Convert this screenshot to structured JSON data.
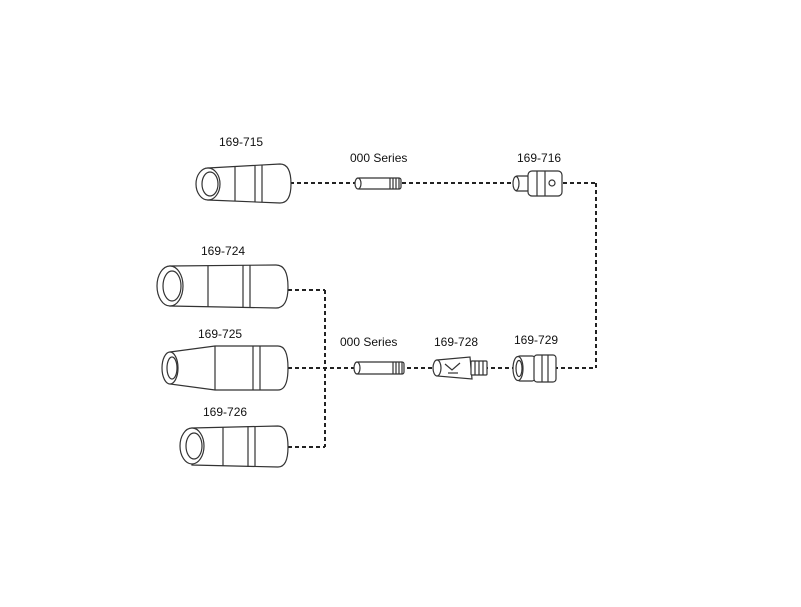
{
  "parts": {
    "nozzle_top": "169-715",
    "nozzle_a": "169-724",
    "nozzle_b": "169-725",
    "nozzle_c": "169-726",
    "tip_top": "000 Series",
    "tip_bottom": "000 Series",
    "diffuser_top": "169-716",
    "adapter_bottom": "169-728",
    "diffuser_bottom": "169-729"
  },
  "colors": {
    "line": "#222222",
    "outline": "#333333"
  }
}
